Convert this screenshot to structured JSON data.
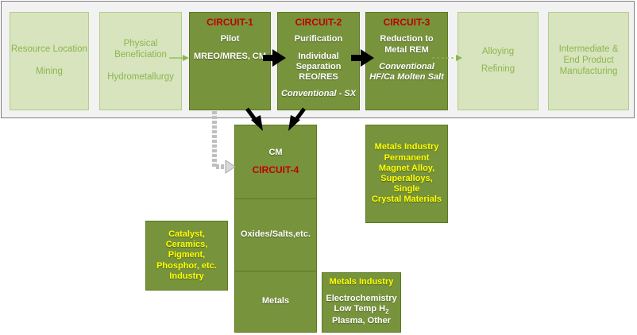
{
  "top_row": {
    "resource": {
      "line1": "Resource Location",
      "line2": "Mining"
    },
    "beneficiation": {
      "line1": "Physical",
      "line2": "Beneficiation",
      "line3": "Hydrometallurgy"
    },
    "circuit1": {
      "title": "CIRCUIT-1",
      "line1": "Pilot",
      "line2": "MREO/MRES, CM"
    },
    "circuit2": {
      "title": "CIRCUIT-2",
      "line1": "Purification",
      "line2": "Individual",
      "line3": "Separation",
      "line4": "REO/RES",
      "line5": "Conventional - SX"
    },
    "circuit3": {
      "title": "CIRCUIT-3",
      "line1": "Reduction to",
      "line2": "Metal REM",
      "line3": "Conventional",
      "line4": "HF/Ca Molten Salt"
    },
    "alloying": {
      "line1": "Alloying",
      "line2": "Refining"
    },
    "intermediate": {
      "line1": "Intermediate &",
      "line2": "End Product",
      "line3": "Manufacturing"
    }
  },
  "circuit4": {
    "cm": "CM",
    "title": "CIRCUIT-4",
    "oxides": "Oxides/Salts,etc.",
    "metals": "Metals"
  },
  "side_boxes": {
    "metals_industry_top": {
      "line1": "Metals Industry",
      "line2": "Permanent",
      "line3": "Magnet Alloy,",
      "line4": "Superalloys, Single",
      "line5": "Crystal Materials"
    },
    "catalyst": {
      "line1": "Catalyst, Ceramics,",
      "line2": "Pigment,",
      "line3": "Phosphor, etc.",
      "line4": "Industry"
    },
    "metals_industry_bottom": {
      "title": "Metals Industry",
      "line1": "Electrochemistry",
      "line2_prefix": "Low Temp H",
      "line2_sub": "2",
      "line3": "Plasma, Other"
    }
  },
  "colors": {
    "light_green": "#d7e4bd",
    "dark_green": "#77933c",
    "circuit_red": "#c00000",
    "industry_yellow": "#ffff00",
    "arrow_black": "#000000",
    "dashed_gray": "#bfbfbf"
  }
}
